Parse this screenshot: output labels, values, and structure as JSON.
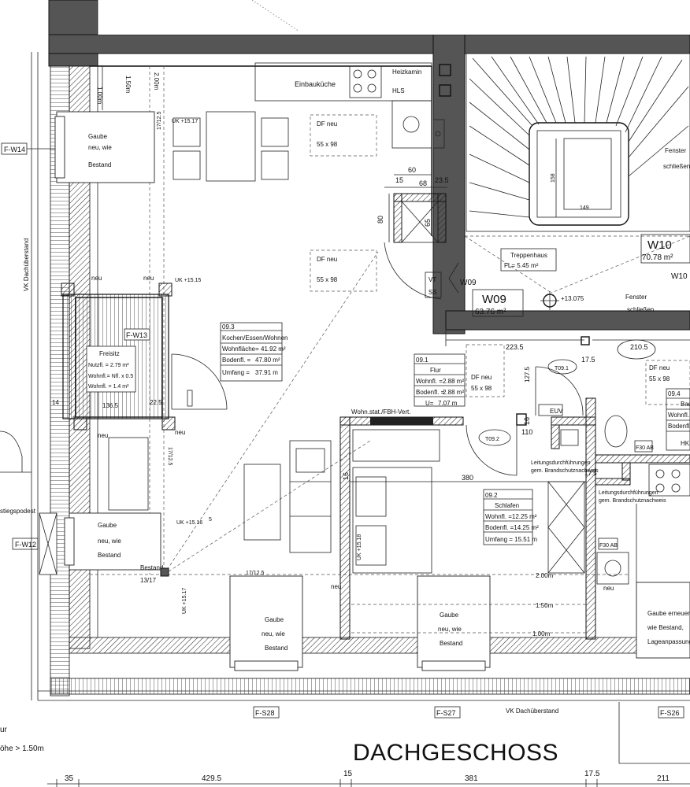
{
  "title": "DACHGESCHOSS",
  "units": [
    {
      "id": "W10",
      "area": "70.78 m²"
    },
    {
      "id": "W09",
      "area": "63.76 m²",
      "label_left": "W09"
    },
    {
      "id": "W10",
      "label_right": "W10"
    }
  ],
  "rooms": {
    "kochen": {
      "no": "09.3",
      "name": "Kochen/Essen/Wohnen",
      "wohnflaeche": "Wohnfläche= 41.92 m²",
      "bodenfl": "Bodenfl. =",
      "bodenfl_val": "47.80 m²",
      "umfang": "Umfang =",
      "umfang_val": "37.91 m"
    },
    "flur": {
      "no": "09.1",
      "name": "Flur",
      "wohnfl": "Wohnfl. =",
      "wohnfl_val": "2.88 m²",
      "bodenfl": "Bodenfl. =",
      "bodenfl_val": "2.88 m²",
      "umfang": "U=",
      "umfang_val": "7.07 m"
    },
    "schlafen": {
      "no": "09.2",
      "name": "Schlafen",
      "wohnfl": "Wohnfl. =12.25 m²",
      "bodenfl": "Bodenfl. =14.25 m²",
      "umfang": "Umfang = 15.51 m"
    },
    "bad": {
      "no": "09.4",
      "name": "Bad",
      "wohnfl": "Wohnfl.",
      "bodenfl": "Bodenfl.",
      "hk": "HK"
    },
    "treppenhaus": {
      "name": "Treppenhaus",
      "fl": "FL=  5.45 m²"
    },
    "freisitz": {
      "name": "Freisitz",
      "nutzfl": "Nutzfl. = 2.79 m²",
      "wohnfl": "Wohnfl.= Nfl. x 0.5",
      "wohnfl2": "Wohnfl. = 1.4 m²"
    }
  },
  "labels": {
    "einbaukueche": "Einbauküche",
    "heizkamin": "Heizkamin",
    "hls": "HLS",
    "df_neu": "DF neu",
    "df_55x98": "55 x 98",
    "gaube_neu": "Gaube",
    "gaube_neu2": "neu, wie",
    "gaube_neu3": "Bestand",
    "gaube_erneuert1": "Gaube erneuert,",
    "gaube_erneuert2": "wie Bestand,",
    "gaube_erneuert3": "Lageanpassung",
    "neu": "neu",
    "uk1517": "UK +15.17",
    "uk1515": "UK +15.15",
    "uk15165": "UK +15.16",
    "uk15165_sup": "5",
    "uk1517_b": "UK +15.17",
    "uk1518": "UK +15.18",
    "bestand1": "Bestand",
    "bestand2": "13/17",
    "fenster1": "Fenster",
    "fenster2": "schließen",
    "fenster3": "Fenster",
    "fenster4": "schließen",
    "level": "+13.075",
    "vt": "VT",
    "ss": "SS",
    "euv": "EUV",
    "wohn_stat": "Wohn.stat./FBH-Vert.",
    "leitung1": "Leitungsdurchführungen",
    "leitung2": "gem. Brandschutznachweis",
    "leitung3": "Leitungsdurchführungen",
    "leitung4": "gem. Brandschutznachweis",
    "f30ab1": "F30 AB",
    "f30ab2": "F30 AB",
    "vk1": "VK Dachüberstand",
    "vk2": "VK Dachüberstand",
    "stiegspodest": "stiegspodest",
    "legend1": "ur",
    "legend2": "öhe > 1.50m",
    "t091": "T09.1",
    "t092": "T09.2",
    "tag_fw14": "F-W14",
    "tag_fw13": "F-W13",
    "tag_fw12": "F-W12",
    "tag_fs28": "F-S28",
    "tag_fs27": "F-S27",
    "tag_fs26": "F-S26"
  },
  "dims": {
    "d100": "1.00m",
    "d150": "1.50m",
    "d200": "2.00m",
    "d17125": "17/12.5",
    "d17125b": "17/12.5",
    "d17125c": "17/12.5",
    "d60": "60",
    "d15": "15",
    "d68": "68",
    "d235": "23.5",
    "d80": "80",
    "d65": "65",
    "d158": "158",
    "d149": "149",
    "d2235": "223.5",
    "d1275": "127.5",
    "d175": "17.5",
    "d175b": "17.5",
    "d2105": "210.5",
    "d16": "16",
    "d16b": "16",
    "d110": "110",
    "d380": "380",
    "d14": "14",
    "d1365": "136.5",
    "d225": "22.5",
    "d200b": "2.00m",
    "d150b": "1.50m",
    "d100b": "1.00m"
  },
  "bottom_dims": [
    "35",
    "429.5",
    "15",
    "381",
    "17.5",
    "211"
  ],
  "colors": {
    "wall": "#555555",
    "line": "#111111"
  }
}
